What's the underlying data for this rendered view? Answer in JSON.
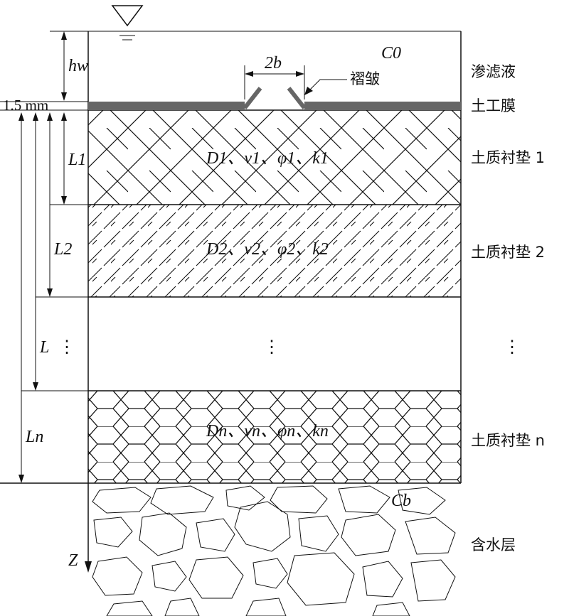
{
  "labels": {
    "leachate": "渗滤液",
    "geomembrane": "土工膜",
    "wrinkle": "褶皱",
    "liner1": "土质衬垫 1",
    "liner2": "土质衬垫 2",
    "liner_n": "土质衬垫 n",
    "aquifer": "含水层",
    "thickness": "1.5 mm",
    "hw": "hw",
    "two_b": "2b",
    "c0": "C0",
    "cb": "Cb",
    "L1": "L1",
    "L2": "L2",
    "L": "L",
    "Ln": "Ln",
    "Z": "Z",
    "params1": "D1、v1、φ1、k1",
    "params2": "D2、v2、φ2、k2",
    "params_n": "Dn、vn、φn、kn",
    "ellipsis": "⋮"
  }
}
